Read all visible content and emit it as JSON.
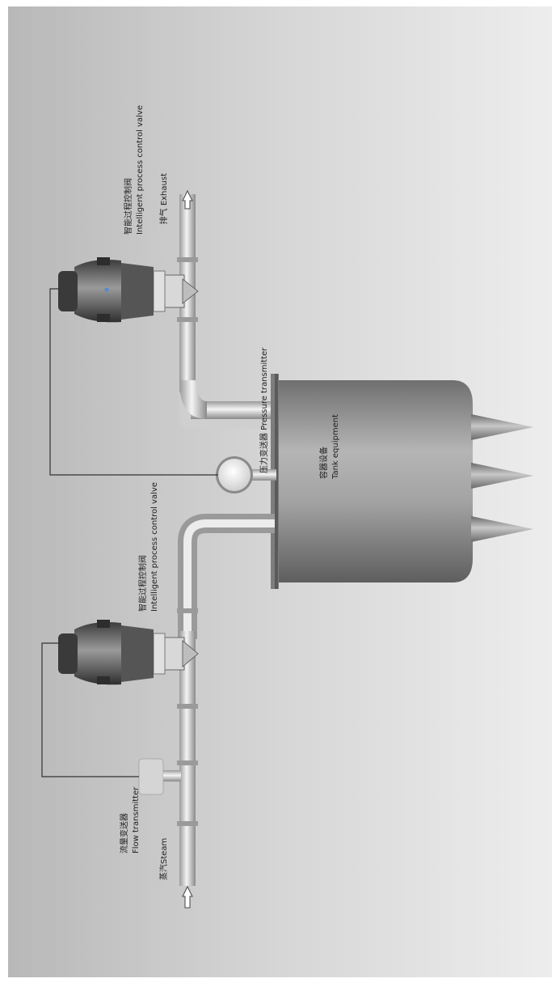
{
  "labels": {
    "exhaust": "排气 Exhaust",
    "valve_top_cn": "智能过程控制阀",
    "valve_top_en": "Intelligent process control valve",
    "pressure": "压力变送器 Pressure transmitter",
    "tank_cn": "容器设备",
    "tank_en": "Tank equipment",
    "valve_bottom_cn": "智能过程控制阀",
    "valve_bottom_en": "Intelligent process control valve",
    "flow_cn": "流量变送器",
    "flow_en": "Flow transmitter",
    "steam": "蒸汽Steam"
  },
  "colors": {
    "background_left": "#bdbdbd",
    "background_right": "#ececec",
    "tank_body": "#8f8f8f",
    "pipe": "#e3e3e3",
    "signal_line": "#333333"
  }
}
